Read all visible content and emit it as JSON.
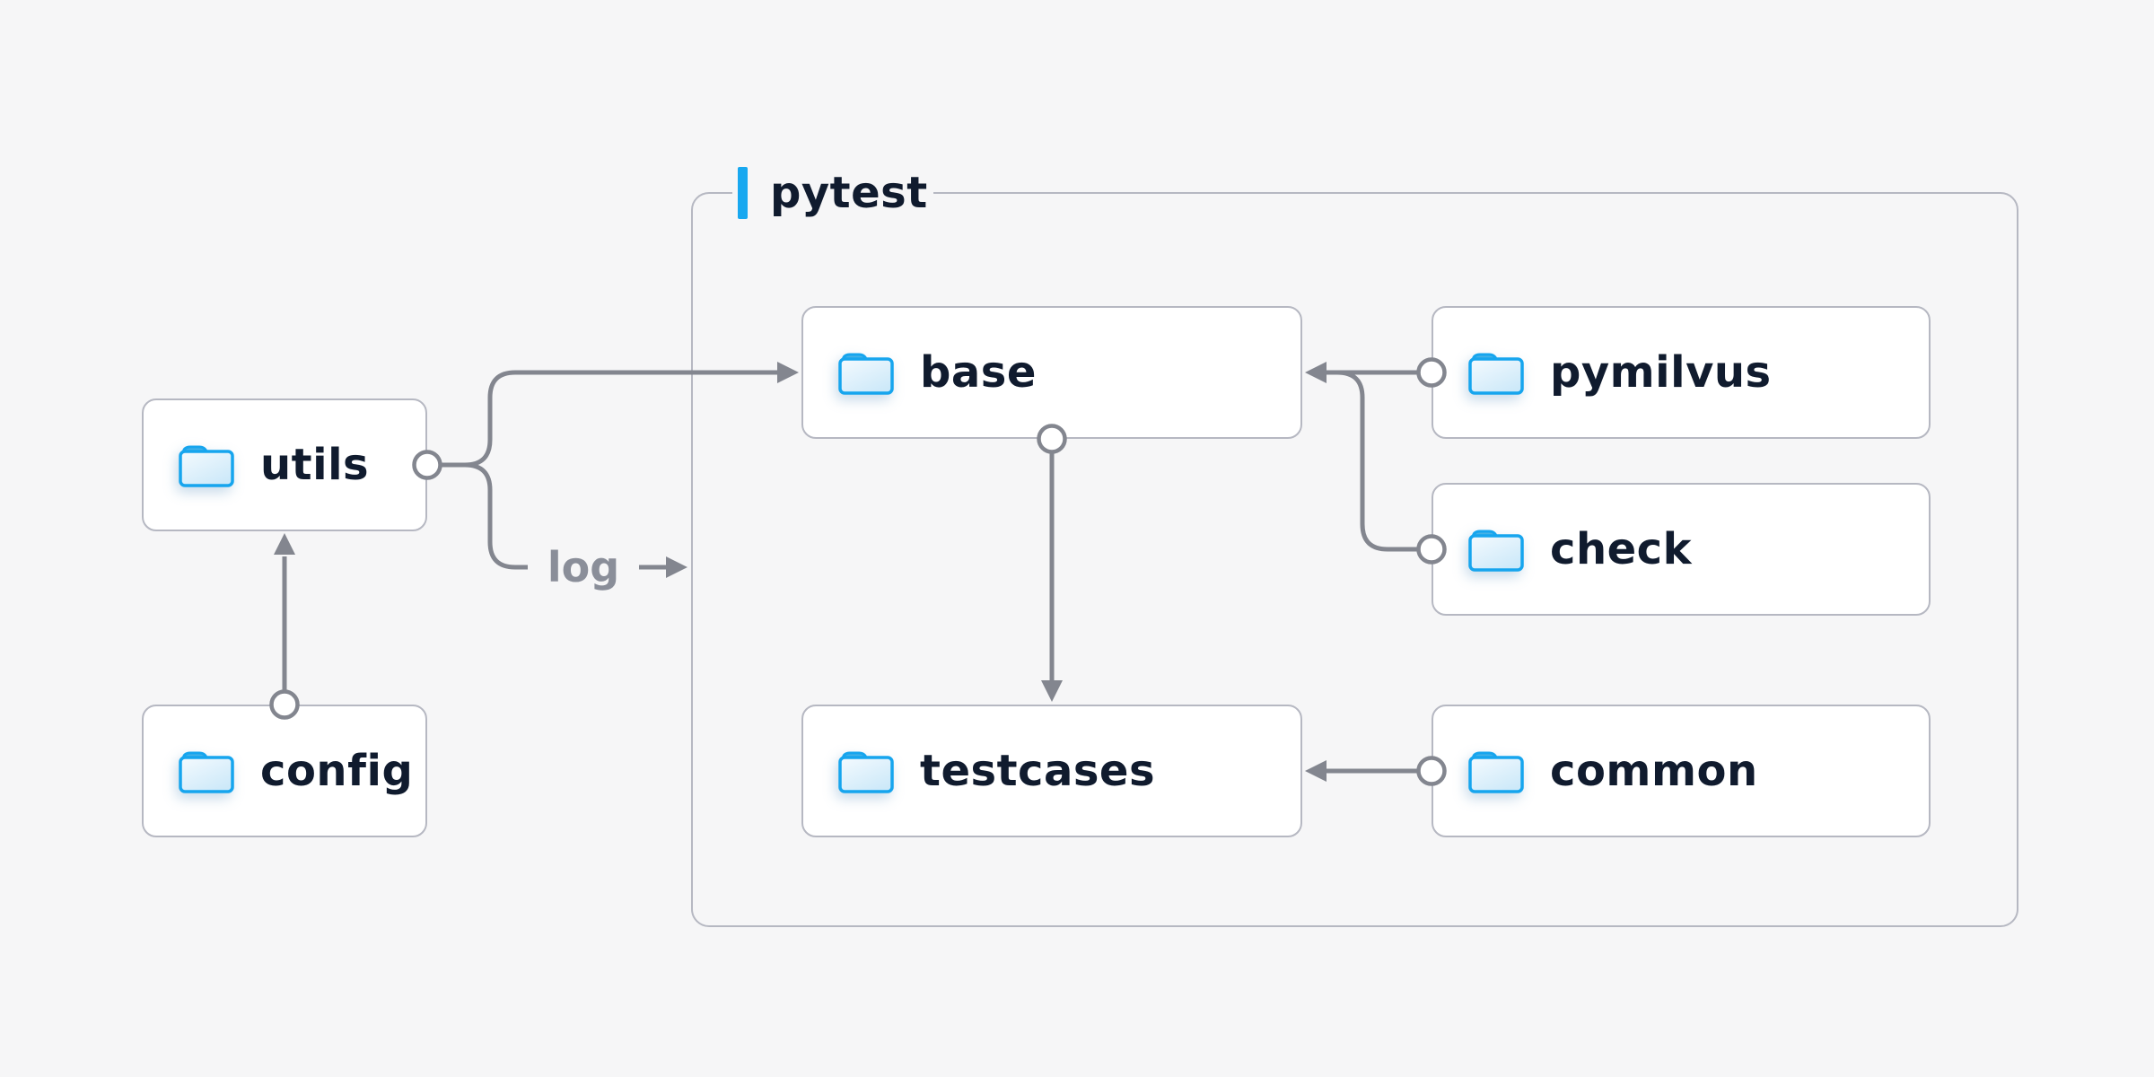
{
  "diagram": {
    "group": {
      "label": "pytest"
    },
    "nodes": {
      "utils": {
        "label": "utils",
        "icon": "folder-icon"
      },
      "config": {
        "label": "config",
        "icon": "folder-icon"
      },
      "base": {
        "label": "base",
        "icon": "folder-icon"
      },
      "pymilvus": {
        "label": "pymilvus",
        "icon": "folder-icon"
      },
      "check": {
        "label": "check",
        "icon": "folder-icon"
      },
      "testcases": {
        "label": "testcases",
        "icon": "folder-icon"
      },
      "common": {
        "label": "common",
        "icon": "folder-icon"
      }
    },
    "labels": {
      "log": "log"
    },
    "edges": [
      {
        "from": "config",
        "to": "utils"
      },
      {
        "from": "utils",
        "to": "base"
      },
      {
        "from": "utils",
        "to": "log-out",
        "label": "log"
      },
      {
        "from": "pymilvus",
        "to": "base"
      },
      {
        "from": "check",
        "to": "base"
      },
      {
        "from": "base",
        "to": "testcases"
      },
      {
        "from": "common",
        "to": "testcases"
      }
    ],
    "colors": {
      "bg": "#f6f6f7",
      "node-bg": "#ffffff",
      "border": "#b6b8c2",
      "line": "#83868f",
      "text": "#101b2e",
      "muted-text": "#8a8e99",
      "accent": "#18a8f0",
      "folder-stroke": "#16a5ee",
      "folder-fill-light": "#f4fafe",
      "folder-fill-dark": "#cde9f9",
      "folder-tab": "#45b1e6"
    }
  }
}
